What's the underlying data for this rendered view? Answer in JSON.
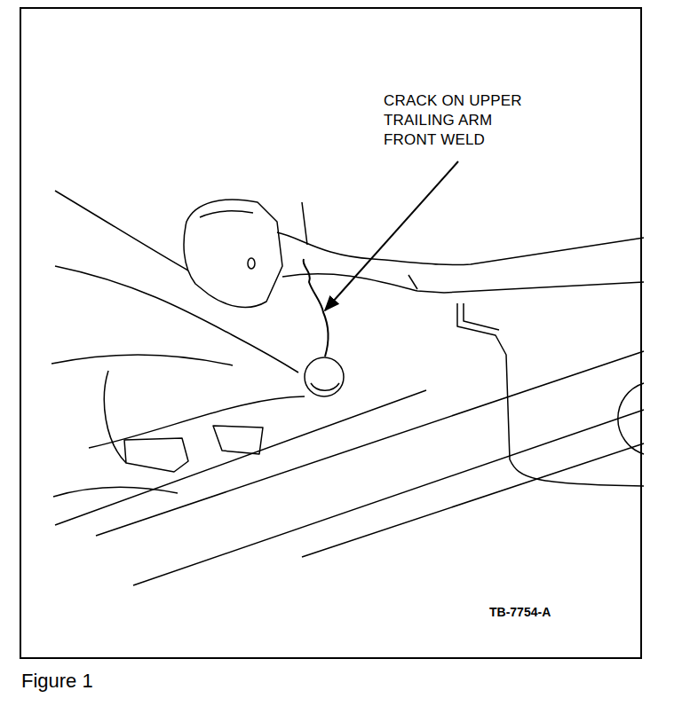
{
  "diagram": {
    "caption": "Figure 1",
    "labels": [
      "CRACK ON UPPER TRAILING ARM FRONT WELD",
      "TB-7754-A"
    ]
  }
}
